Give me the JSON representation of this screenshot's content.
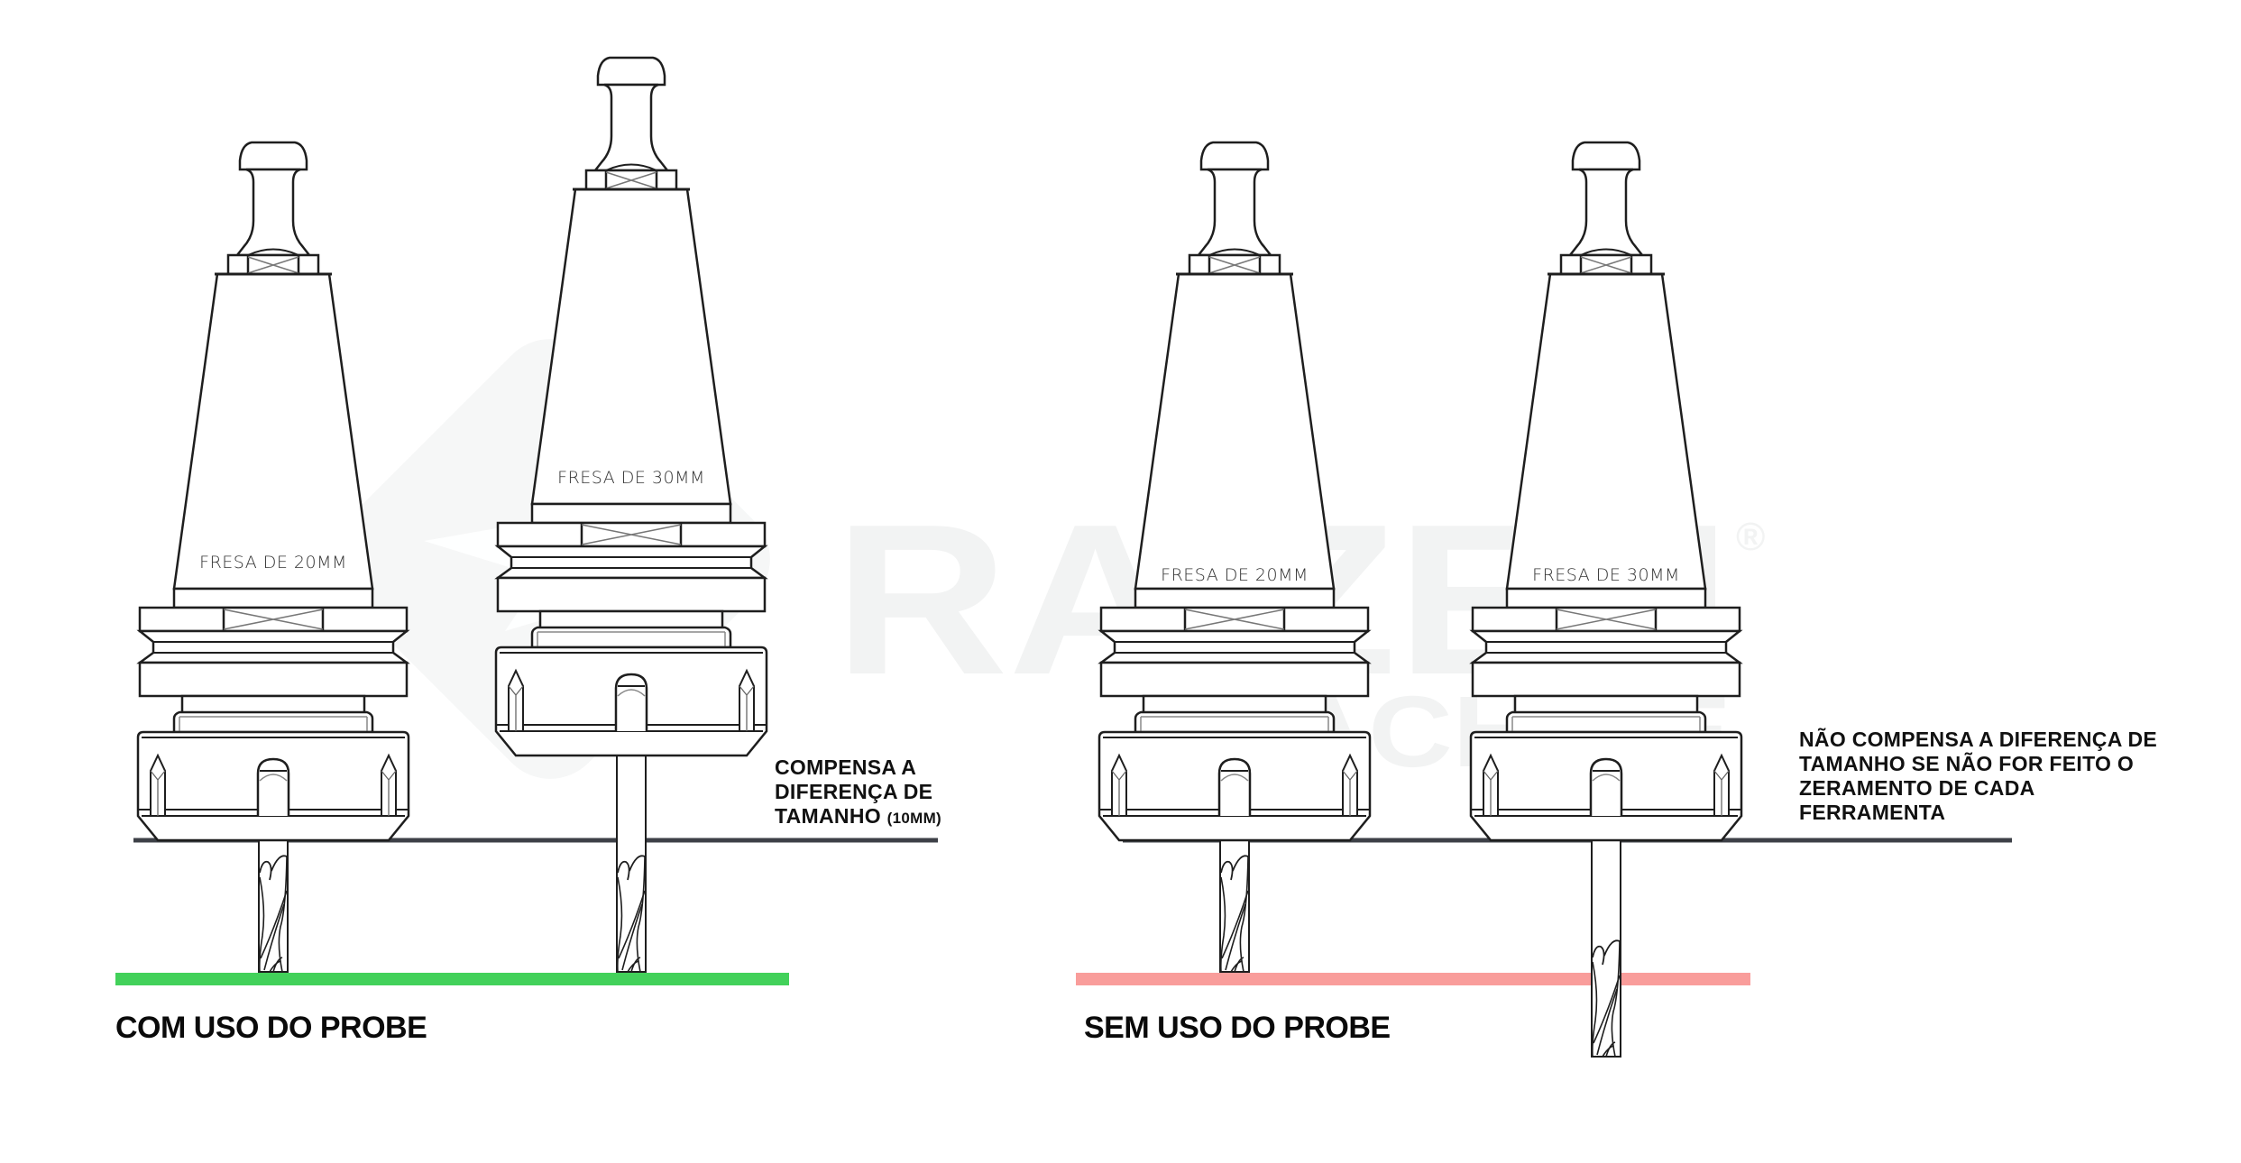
{
  "watermark": {
    "brand": "RAIZEN",
    "registered": "®",
    "subtitle": "MACHINE",
    "color": "#f2f3f3"
  },
  "groups": [
    {
      "caption": "COM USO DO PROBE",
      "reference_line_color": "#42d15a",
      "tools": [
        {
          "label": "FRESA DE 20MM"
        },
        {
          "label": "FRESA DE 30MM"
        }
      ],
      "note": {
        "lines": [
          "COMPENSA A",
          "DIFERENÇA DE",
          "TAMANHO"
        ],
        "suffix": "(10MM)"
      }
    },
    {
      "caption": "SEM USO DO PROBE",
      "reference_line_color": "#f99d9b",
      "tools": [
        {
          "label": "FRESA DE 20MM"
        },
        {
          "label": "FRESA DE 30MM"
        }
      ],
      "note": {
        "lines": [
          "NÃO COMPENSA A DIFERENÇA DE",
          "TAMANHO SE NÃO FOR FEITO O",
          "ZERAMENTO DE CADA",
          "FERRAMENTA"
        ]
      }
    }
  ],
  "colors": {
    "outline": "#1e1e1e",
    "spindle_line": "#3d4047"
  }
}
